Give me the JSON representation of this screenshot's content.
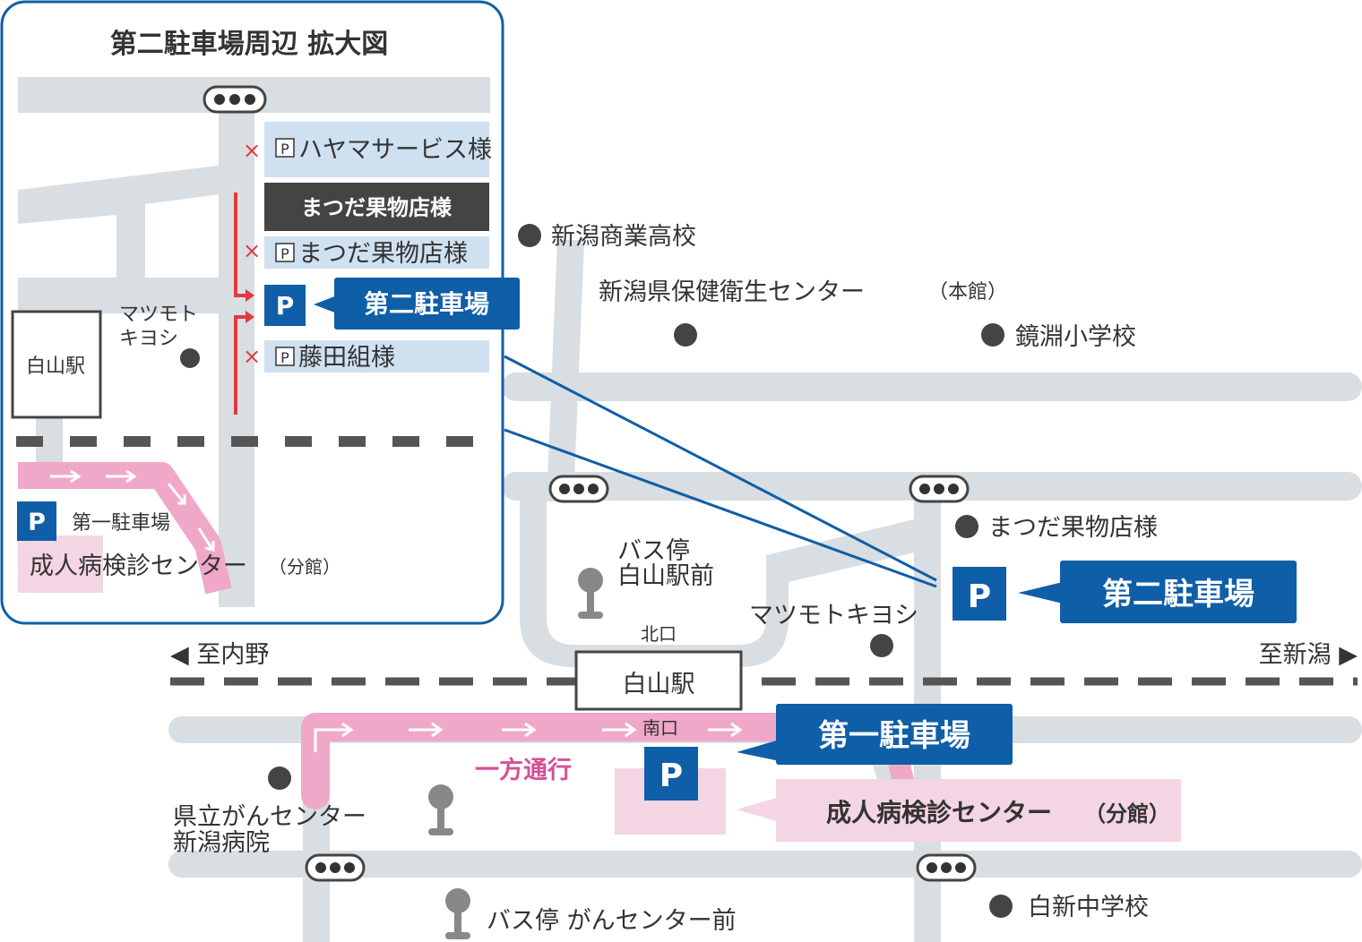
{
  "inset": {
    "title": "第二駐車場周辺 拡大図",
    "lots": [
      {
        "label": "ハヤマサービス様",
        "allowed": false
      },
      {
        "label": "まつだ果物店様",
        "allowed": false
      },
      {
        "label": "藤田組様",
        "allowed": false
      }
    ],
    "shop_label": "まつだ果物店様",
    "p_badge_label": "P",
    "p_small_label": "P",
    "cross_mark": "×",
    "second_lot_label": "第二駐車場",
    "first_lot_label": "第一駐車場",
    "station_label": "白山駅",
    "landmark_label_line1": "マツモト",
    "landmark_label_line2": "キヨシ",
    "center_label": "成人病検診センター",
    "center_suffix": "（分館）"
  },
  "map": {
    "shogyo_school": "新潟商業高校",
    "health_center": "新潟県保健衛生センター",
    "health_center_suffix": "（本館）",
    "kyoen_school": "鏡淵小学校",
    "bus_stop_1_line1": "バス停",
    "bus_stop_1_line2": "白山駅前",
    "matsuda_shop": "まつだ果物店様",
    "second_lot": "第二駐車場",
    "matsumoto": "マツモトキヨシ",
    "north_exit": "北口",
    "to_uchino": "◀ 至内野",
    "to_niigata": "至新潟 ▶",
    "station": "白山駅",
    "south_exit": "南口",
    "first_lot": "第一駐車場",
    "one_way": "一方通行",
    "p_label": "P",
    "cancer_center_line1": "県立がんセンター",
    "cancer_center_line2": "新潟病院",
    "center": "成人病検診センター",
    "center_suffix": "（分館）",
    "bus_stop_2": "バス停 がんセンター前",
    "hakushin_school": "白新中学校"
  },
  "colors": {
    "road": "#d8dee2",
    "inset_border": "#0f5ea8",
    "badge_blue": "#0f5ea8",
    "pink": "#f0a8c8",
    "pink_text": "#d64f97",
    "red": "#e03a3e",
    "lot_fill": "#cfe0f0",
    "dark_box": "#444444",
    "rail": "#555555"
  }
}
